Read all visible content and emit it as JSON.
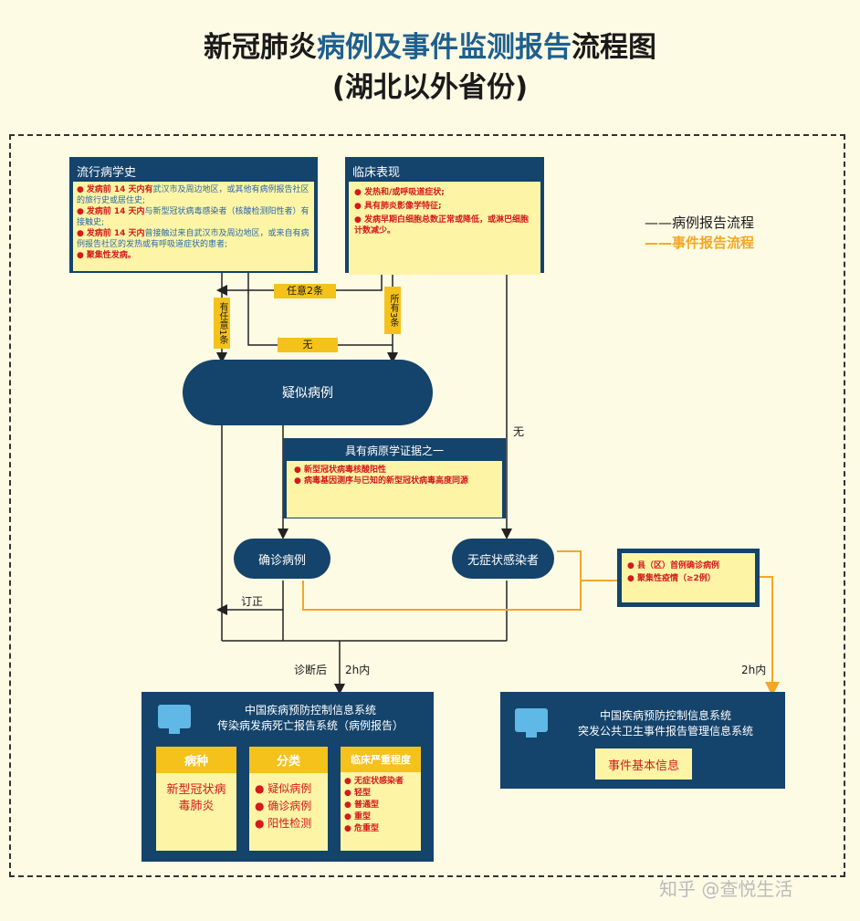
{
  "title": {
    "line1_pre": "新冠肺炎",
    "line1_highlight": "病例及事件监测报告",
    "line1_post": "流程图",
    "line2": "(湖北以外省份)"
  },
  "legend": {
    "case": "——病例报告流程",
    "event": "——事件报告流程"
  },
  "epi": {
    "header": "流行病学史",
    "items": [
      {
        "red": "发病前 14 天内有",
        "rest": "武汉市及周边地区，或其他有病例报告社区的旅行史或居住史;"
      },
      {
        "red": "发病前 14 天内",
        "rest": "与新型冠状病毒感染者（核酸检测阳性者）有接触史;"
      },
      {
        "red": "发病前 14 天内",
        "rest": "曾接触过来自武汉市及周边地区，或来自有病例报告社区的发热或有呼吸道症状的患者;"
      },
      {
        "red": "聚集性发病。",
        "rest": ""
      }
    ]
  },
  "clinical": {
    "header": "临床表现",
    "items": [
      "发热和/或呼吸道症状;",
      "具有肺炎影像学特征;",
      "发病早期白细胞总数正常或降低，或淋巴细胞计数减少。"
    ]
  },
  "tags": {
    "any2": "任意2条",
    "any1": "有任意1条",
    "all3": "所有3条",
    "none_mid": "无"
  },
  "suspect": "疑似病例",
  "none_right": "无",
  "evidence": {
    "header": "具有病原学证据之一",
    "items": [
      "新型冠状病毒核酸阳性",
      "病毒基因测序与已知的新型冠状病毒高度同源"
    ]
  },
  "confirmed": "确诊病例",
  "asymptomatic": "无症状感染者",
  "revise": "订正",
  "event_box": {
    "items": [
      "县（区）首例确诊病例",
      "聚集性疫情（≥2例）"
    ]
  },
  "after_diag": "诊断后",
  "within2h_left": "2h内",
  "within2h_right": "2h内",
  "sys_left": {
    "line1": "中国疾病预防控制信息系统",
    "line2": "传染病发病死亡报告系统（病例报告）",
    "col1_header": "病种",
    "col1_body": "新型冠状病毒肺炎",
    "col2_header": "分类",
    "col2_items": [
      "疑似病例",
      "确诊病例",
      "阳性检测"
    ],
    "col3_header": "临床严重程度",
    "col3_items": [
      "无症状感染者",
      "轻型",
      "普通型",
      "重型",
      "危重型"
    ]
  },
  "sys_right": {
    "line1": "中国疾病预防控制信息系统",
    "line2": "突发公共卫生事件报告管理信息系统",
    "tag": "事件基本信息"
  },
  "watermark": "知乎 @查悦生活",
  "colors": {
    "navy": "#14436b",
    "yellow": "#fdf4a6",
    "orange": "#f5a623",
    "red": "#d41a1a"
  }
}
